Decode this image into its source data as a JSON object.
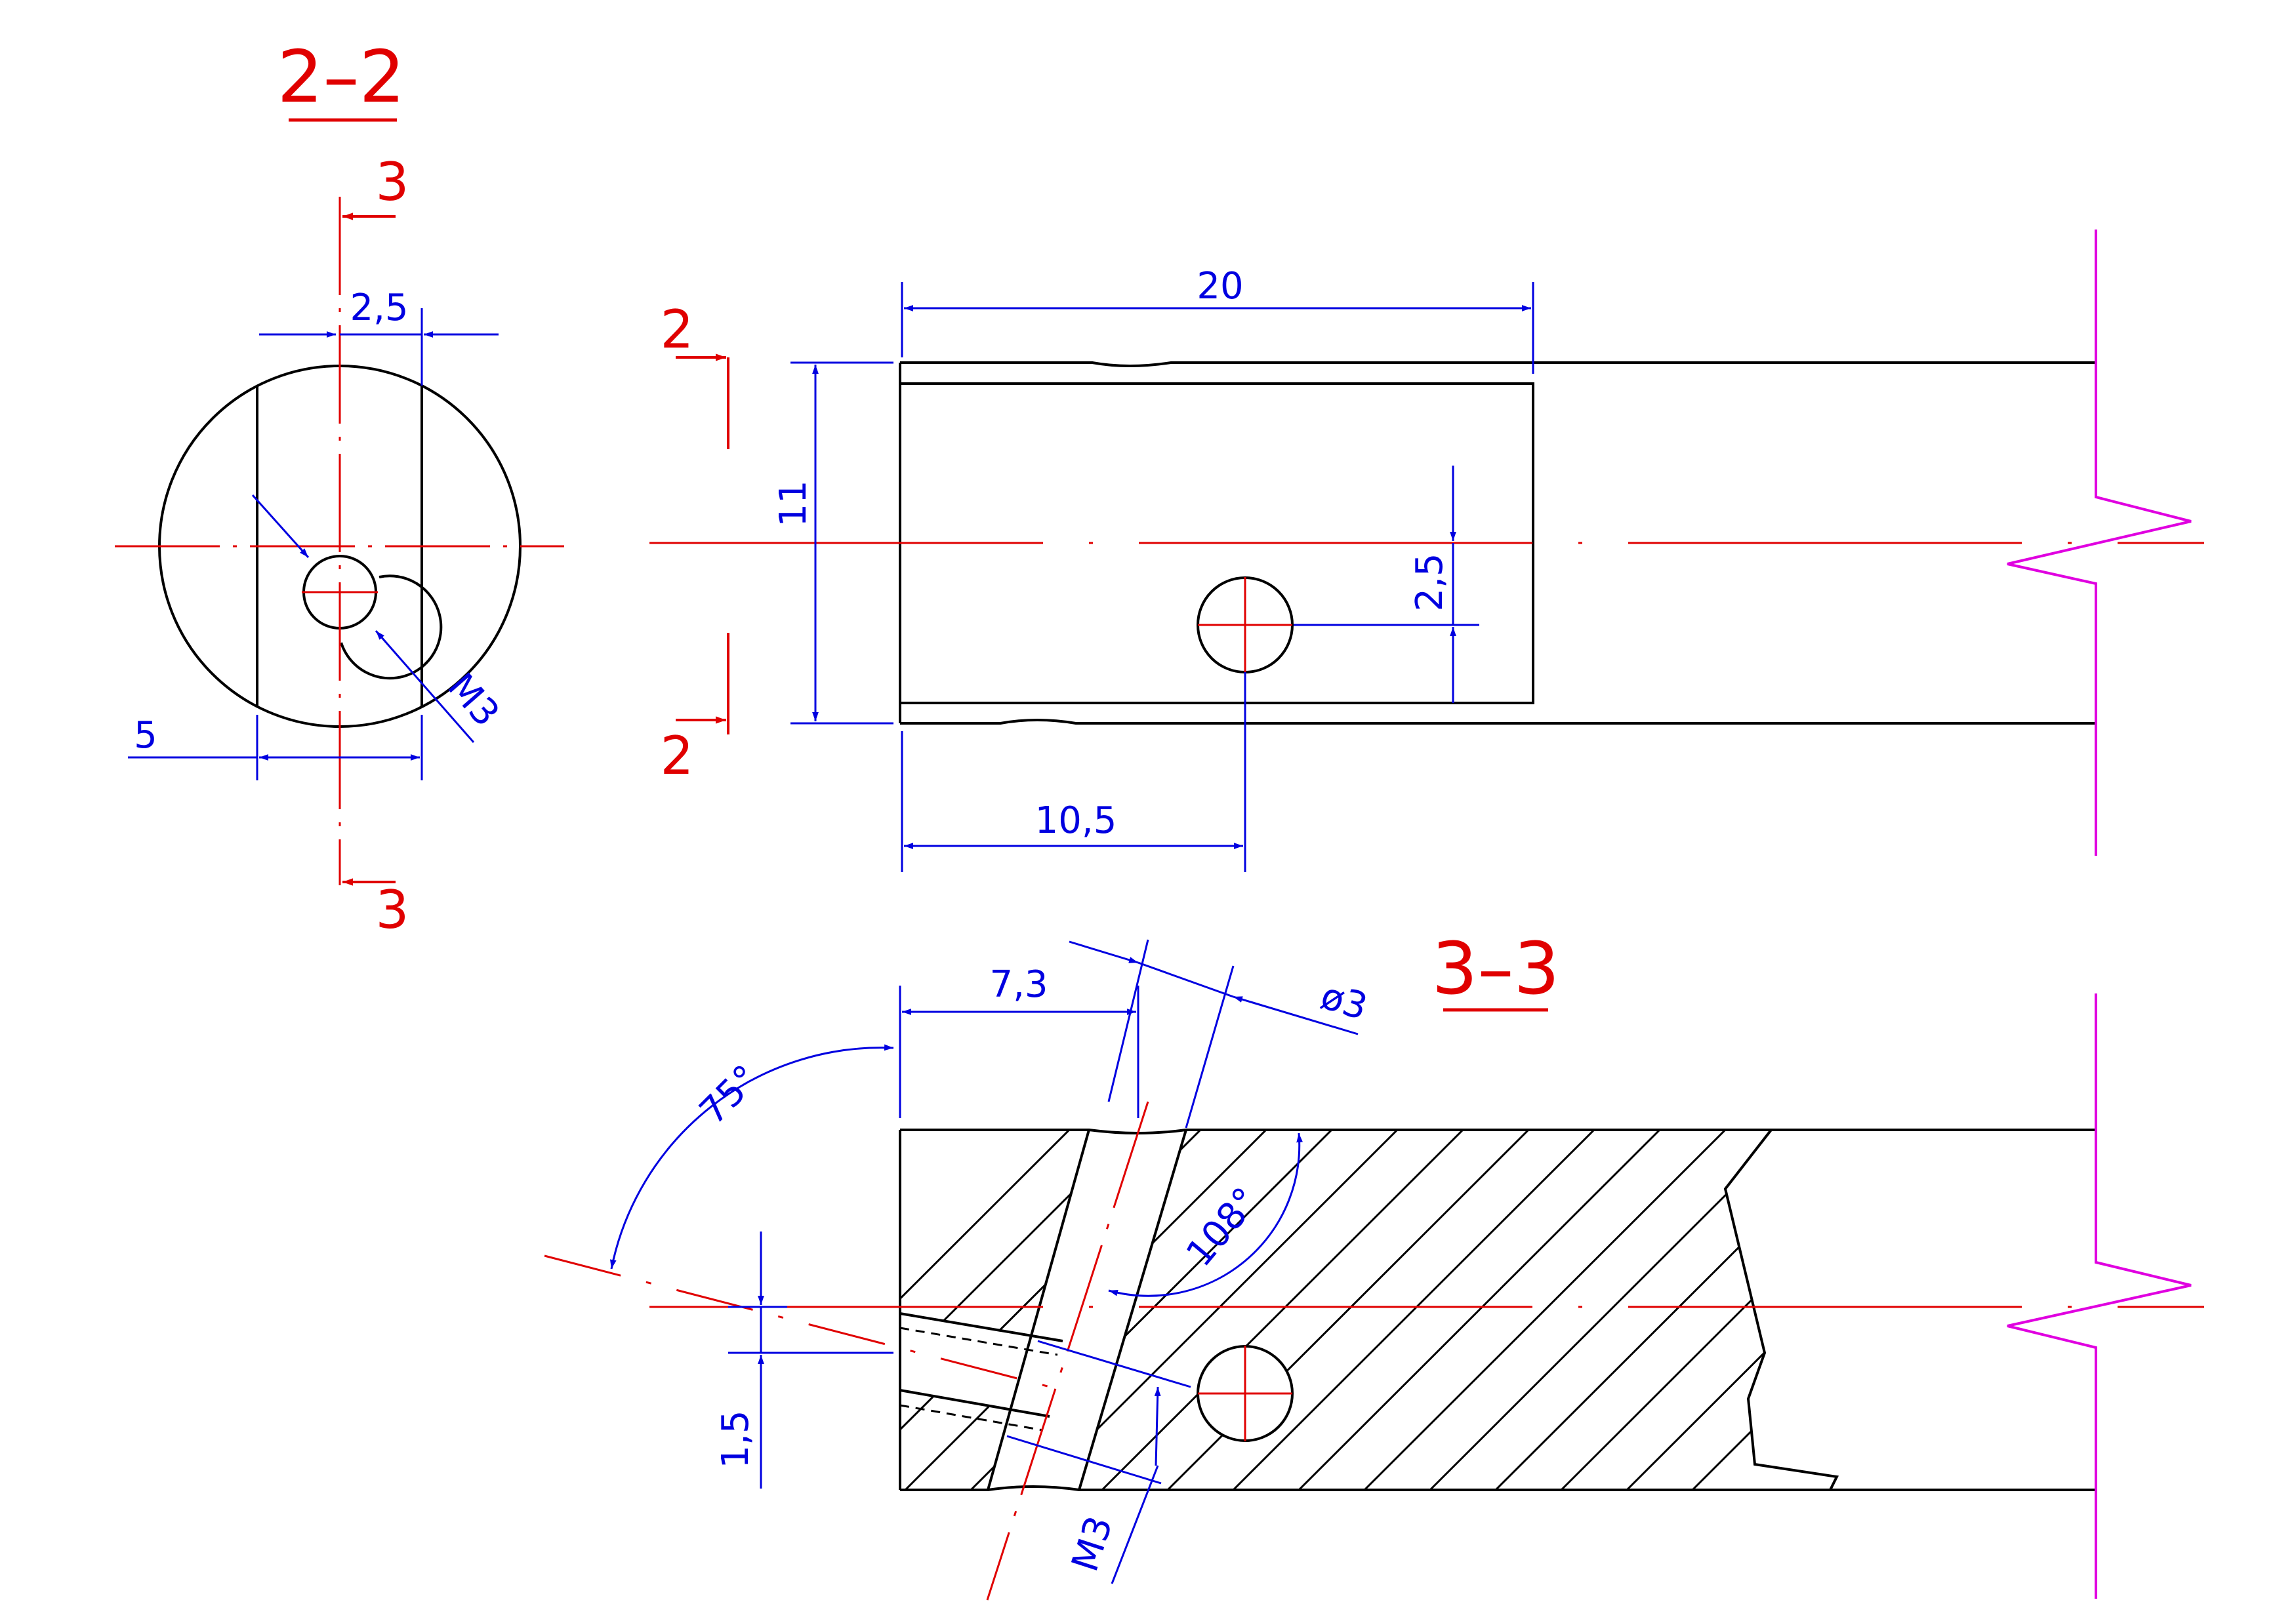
{
  "colors": {
    "outline": "#000000",
    "centerline": "#e00000",
    "dimension": "#0000e0",
    "section_label": "#e00000",
    "break_line": "#e000e0"
  },
  "views": {
    "section_2_2": {
      "title": "2–2",
      "cut_label_top": "3",
      "cut_label_bottom": "3",
      "dim_width": "2,5",
      "dim_half": "5",
      "thread": "M3"
    },
    "front": {
      "cut_label_top": "2",
      "cut_label_bottom": "2",
      "dim_length": "20",
      "dim_height": "11",
      "dim_hole_offset": "2,5",
      "dim_hole_position": "10,5"
    },
    "section_3_3": {
      "title": "3–3",
      "dim_offset": "7,3",
      "dim_diameter": "ø3",
      "angle_outer": "75°",
      "angle_inner": "108°",
      "dim_small": "1,5",
      "thread": "M3"
    }
  }
}
